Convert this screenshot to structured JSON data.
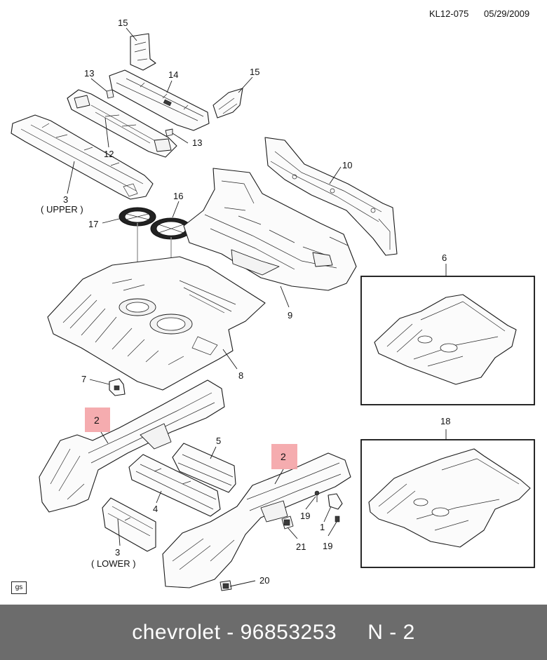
{
  "header": {
    "code": "KL12-075",
    "date": "05/29/2009"
  },
  "tag": "gs",
  "callouts": {
    "c15a": "15",
    "c13a": "13",
    "c14": "14",
    "c15b": "15",
    "c12": "12",
    "c13b": "13",
    "c3u": "3",
    "c3u_label": "( UPPER )",
    "c16": "16",
    "c17": "17",
    "c10": "10",
    "c6": "6",
    "c9": "9",
    "c8": "8",
    "c7": "7",
    "c2a": "2",
    "c2b": "2",
    "c5": "5",
    "c4": "4",
    "c3l": "3",
    "c3l_label": "( LOWER )",
    "c19a": "19",
    "c1": "1",
    "c19b": "19",
    "c21": "21",
    "c20": "20",
    "c18": "18"
  },
  "colors": {
    "highlight": "#f4a3a6",
    "footer_bg": "#6c6c6c",
    "footer_text": "#ffffff"
  },
  "footer": {
    "text": "chevrolet - 96853253     N - 2"
  }
}
